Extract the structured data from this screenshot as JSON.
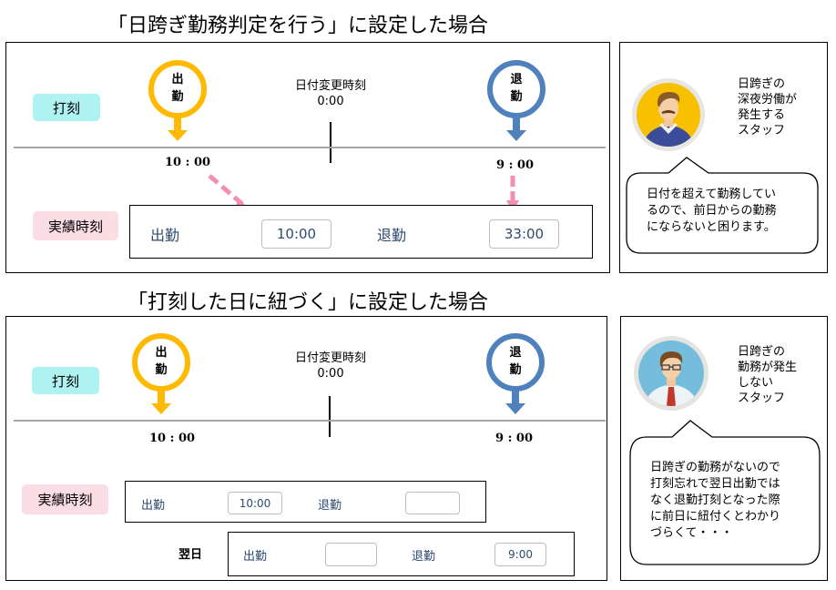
{
  "scenarios": [
    {
      "title": "「日跨ぎ勤務判定を行う」に設定した場合",
      "punch_tag": "打刻",
      "result_tag": "実績時刻",
      "clock_in_pin": {
        "line1": "出",
        "line2": "勤",
        "color": "#ffb900"
      },
      "clock_out_pin": {
        "line1": "退",
        "line2": "勤",
        "color": "#4f81bd"
      },
      "day_change": {
        "label": "日付変更時刻",
        "time": "0:00"
      },
      "clock_in_time": "10 : 00",
      "clock_out_time": "9 : 00",
      "record": {
        "in_label": "出勤",
        "in_value": "10:00",
        "out_label": "退勤",
        "out_value": "33:00"
      },
      "staff": {
        "lines": [
          "日跨ぎの",
          "深夜労働が",
          "発生する",
          "スタッフ"
        ],
        "bubble": [
          "日付を超えて勤務してい",
          "るので、前日からの勤務",
          "にならないと困ります。"
        ]
      }
    },
    {
      "title": "「打刻した日に紐づく」に設定した場合",
      "punch_tag": "打刻",
      "result_tag": "実績時刻",
      "clock_in_pin": {
        "line1": "出",
        "line2": "勤",
        "color": "#ffb900"
      },
      "clock_out_pin": {
        "line1": "退",
        "line2": "勤",
        "color": "#4f81bd"
      },
      "day_change": {
        "label": "日付変更時刻",
        "time": "0:00"
      },
      "clock_in_time": "10 : 00",
      "clock_out_time": "9 : 00",
      "record": {
        "in_label": "出勤",
        "in_value": "10:00",
        "out_label": "退勤",
        "out_value": ""
      },
      "next_day": {
        "label": "翌日",
        "in_label": "出勤",
        "in_value": "",
        "out_label": "退勤",
        "out_value": "9:00"
      },
      "staff": {
        "lines": [
          "日跨ぎの",
          "勤務が発生",
          "しない",
          "スタッフ"
        ],
        "bubble": [
          "日跨ぎの勤務がないので",
          "打刻忘れで翌日出勤では",
          "なく退勤打刻となった際",
          "に前日に紐付くとわかり",
          "づらくて・・・"
        ]
      }
    }
  ],
  "colors": {
    "arrow_pink": "#f48fb1",
    "punch_tag_bg": "#aef2f2",
    "result_tag_bg": "#fbdde6"
  }
}
